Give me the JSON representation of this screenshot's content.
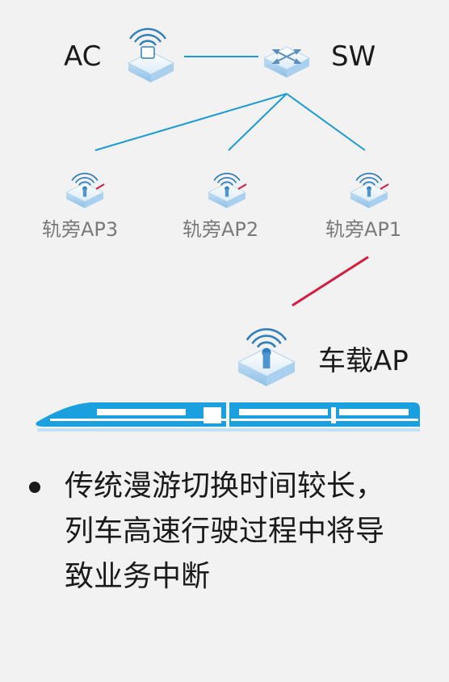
{
  "labels": {
    "ac": "AC",
    "sw": "SW",
    "ap3": "轨旁AP3",
    "ap2": "轨旁AP2",
    "ap1": "轨旁AP1",
    "vehicle_ap": "车载AP"
  },
  "bullet": {
    "lines": [
      "传统漫游切换时间较长，",
      "列车高速行驶过程中将导",
      "致业务中断"
    ]
  },
  "colors": {
    "link_blue": "#1a9ad6",
    "active_link": "#d7193c",
    "train_blue": "#1aa0df",
    "device_top": "#e9f3fb",
    "device_side": "#9fcbeb"
  },
  "icons": {
    "ac": "wireless-controller-icon",
    "sw": "switch-icon",
    "trackside_ap": "access-point-icon",
    "vehicle_ap": "vehicle-access-point-icon",
    "train": "high-speed-train-icon"
  }
}
